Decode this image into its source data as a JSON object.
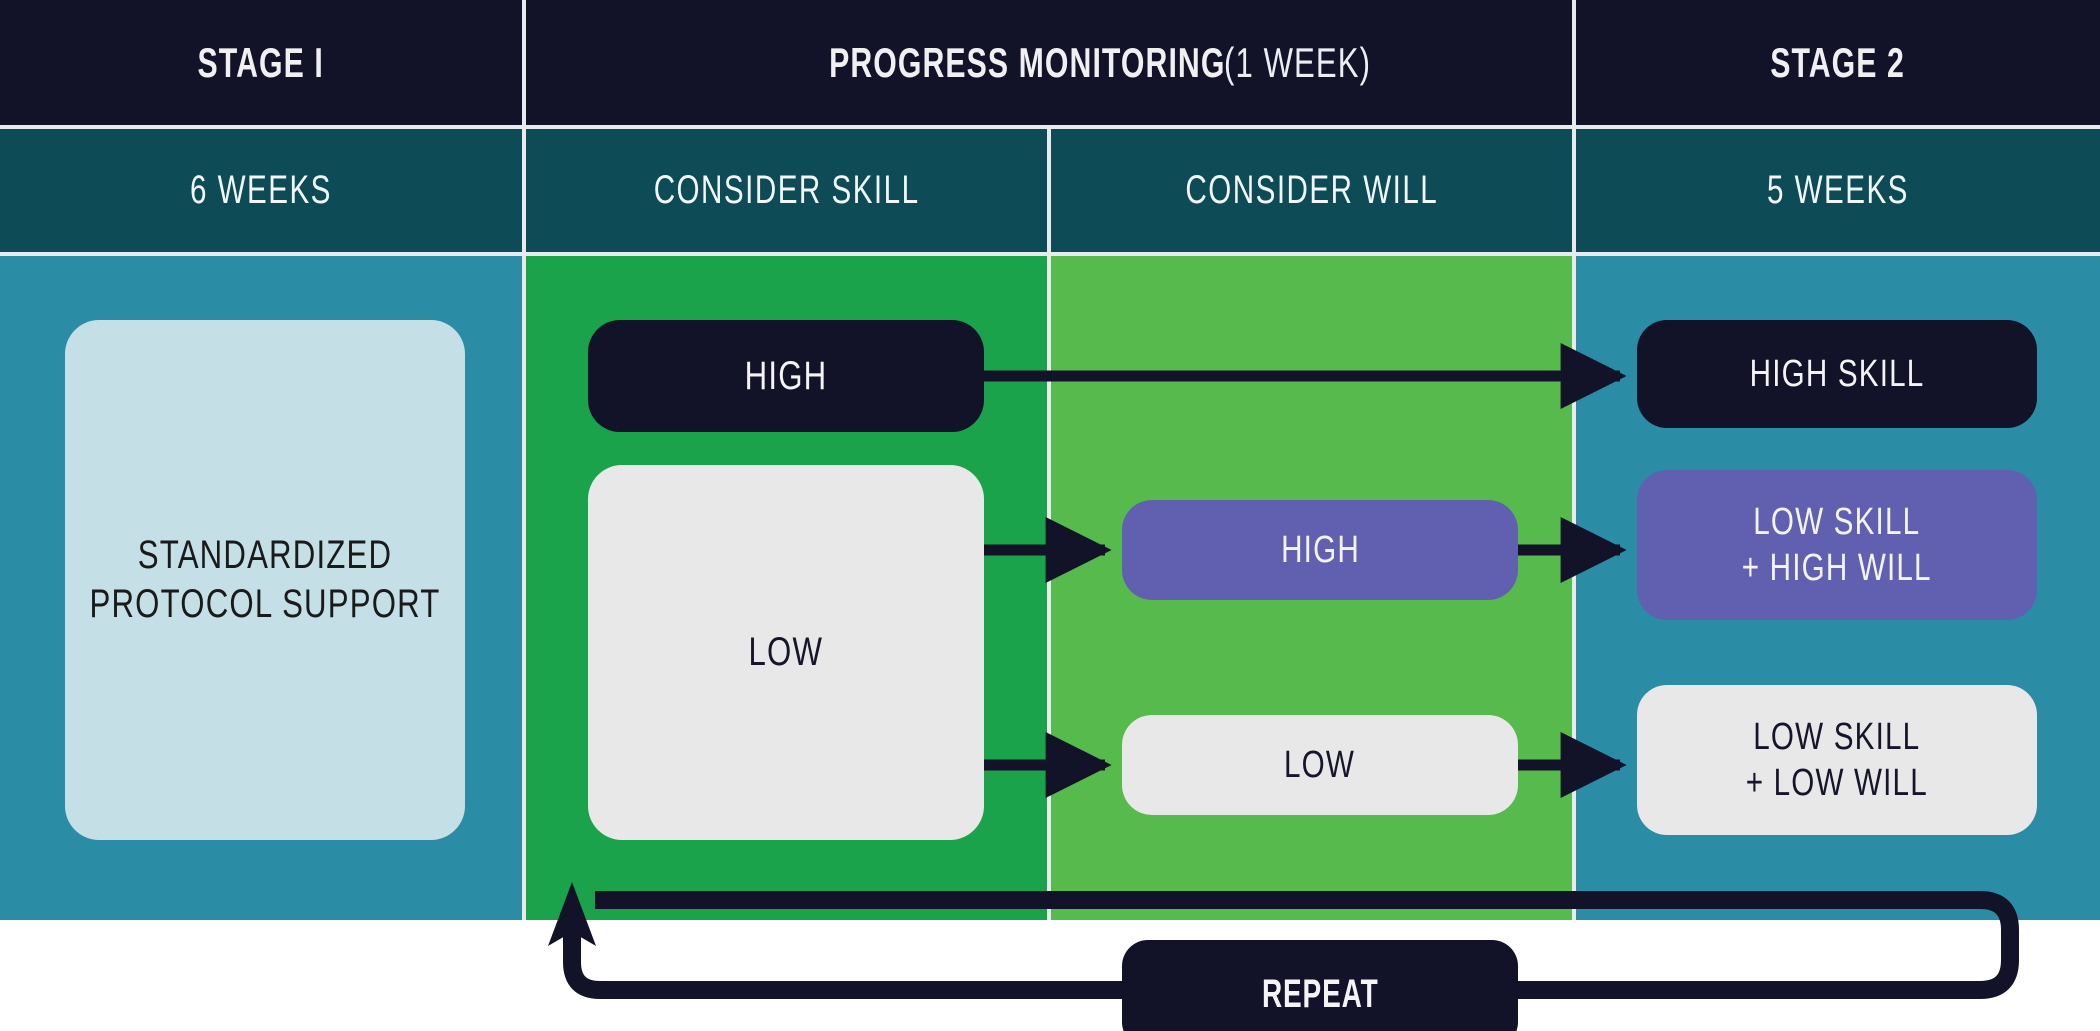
{
  "columns": [
    {
      "key": "stage1",
      "header": "STAGE I",
      "subheader": "6 WEEKS",
      "body_color": "#2b8ca6"
    },
    {
      "key": "skill",
      "header": "",
      "subheader": "CONSIDER SKILL",
      "body_color": "#1aa34a"
    },
    {
      "key": "will",
      "header": "",
      "subheader": "CONSIDER WILL",
      "body_color": "#56bb4c"
    },
    {
      "key": "stage2",
      "header": "STAGE 2",
      "subheader": "5 WEEKS",
      "body_color": "#2b8ca6"
    }
  ],
  "span_header": {
    "main": "PROGRESS MONITORING",
    "paren": "(1 WEEK)"
  },
  "nodes": {
    "standardized": "STANDARDIZED\nPROTOCOL SUPPORT",
    "skill_high": "HIGH",
    "skill_low": "LOW",
    "will_high": "HIGH",
    "will_low": "LOW",
    "out_high_skill": "HIGH SKILL",
    "out_low_skill_high_will": "LOW SKILL\n+ HIGH WILL",
    "out_low_skill_low_will": "LOW SKILL\n+ LOW WILL",
    "repeat": "REPEAT"
  },
  "colors": {
    "navy": "#121228",
    "teal_header": "#0d4b57",
    "blue_body": "#2b8ca6",
    "green_skill": "#1aa34a",
    "green_will": "#56bb4c",
    "pale_blue_box": "#c5dfe6",
    "grey_box": "#e8e8e8",
    "purple_box": "#6160b0",
    "dark_box": "#121228",
    "divider": "#e9eaee",
    "page_background": "#ffffff"
  },
  "flow": {
    "edges": [
      {
        "from": "skill_high",
        "to": "out_high_skill"
      },
      {
        "from": "skill_low",
        "to": "will_high"
      },
      {
        "from": "skill_low",
        "to": "will_low"
      },
      {
        "from": "will_high",
        "to": "out_low_skill_high_will"
      },
      {
        "from": "will_low",
        "to": "out_low_skill_low_will"
      },
      {
        "from": "out_low_skill_low_will",
        "to": "skill_high",
        "label": "REPEAT",
        "type": "loop"
      }
    ]
  }
}
